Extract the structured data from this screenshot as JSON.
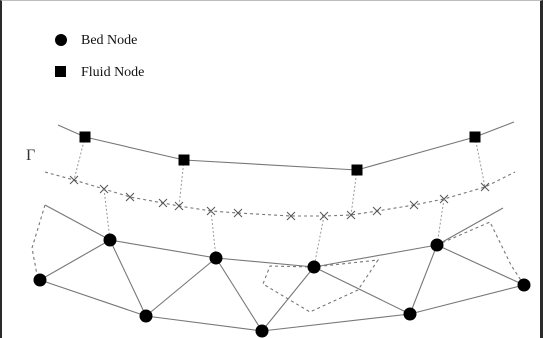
{
  "legend": {
    "bed_label": "Bed Node",
    "fluid_label": "Fluid Node"
  },
  "interface_label": "Γ",
  "icons": {
    "bed_node": "filled-circle",
    "fluid_node": "filled-square",
    "interface_point": "cross"
  },
  "colors": {
    "node": "#000000",
    "edge": "#777777",
    "frame": "#2a2a2a"
  }
}
